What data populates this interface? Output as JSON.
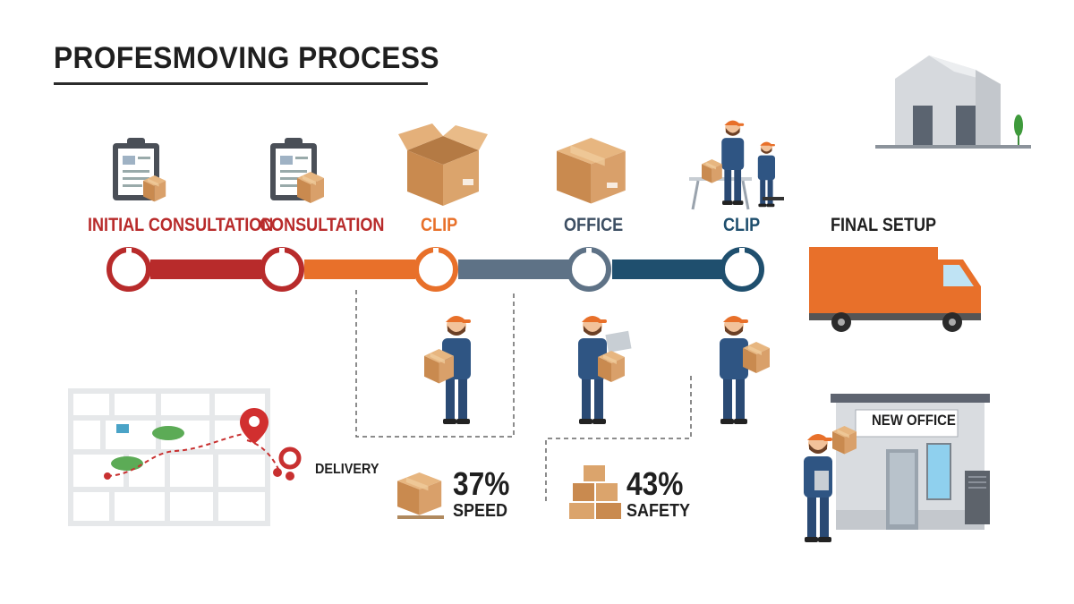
{
  "title": "PROFESMOVING PROCESS",
  "steps": [
    {
      "label": "INITIAL CONSULTATION",
      "color": "#b82b2b"
    },
    {
      "label": "CONSULTATION",
      "color": "#b82b2b"
    },
    {
      "label": "CLIP",
      "color": "#e8702a"
    },
    {
      "label": "OFFICE",
      "color": "#3d4f63"
    },
    {
      "label": "CLIP",
      "color": "#1f4f6e"
    },
    {
      "label": "FINAL SETUP",
      "color": "#1f1f1f"
    }
  ],
  "stats": [
    {
      "value": "37%",
      "label": "SPEED"
    },
    {
      "value": "43%",
      "label": "SAFETY"
    }
  ],
  "delivery_label": "DELIVERY",
  "new_office_sign": "NEW OFFICE",
  "colors": {
    "red": "#b82b2b",
    "orange": "#e8702a",
    "slate": "#5e7286",
    "navy": "#1f4f6e",
    "box": "#d9a36a",
    "worker": "#2f4f7a"
  },
  "icons": [
    "clipboard-icon",
    "cardboard-box-icon",
    "worker-icon",
    "truck-icon",
    "warehouse-icon",
    "map-icon",
    "location-pin-icon",
    "office-building-icon"
  ]
}
